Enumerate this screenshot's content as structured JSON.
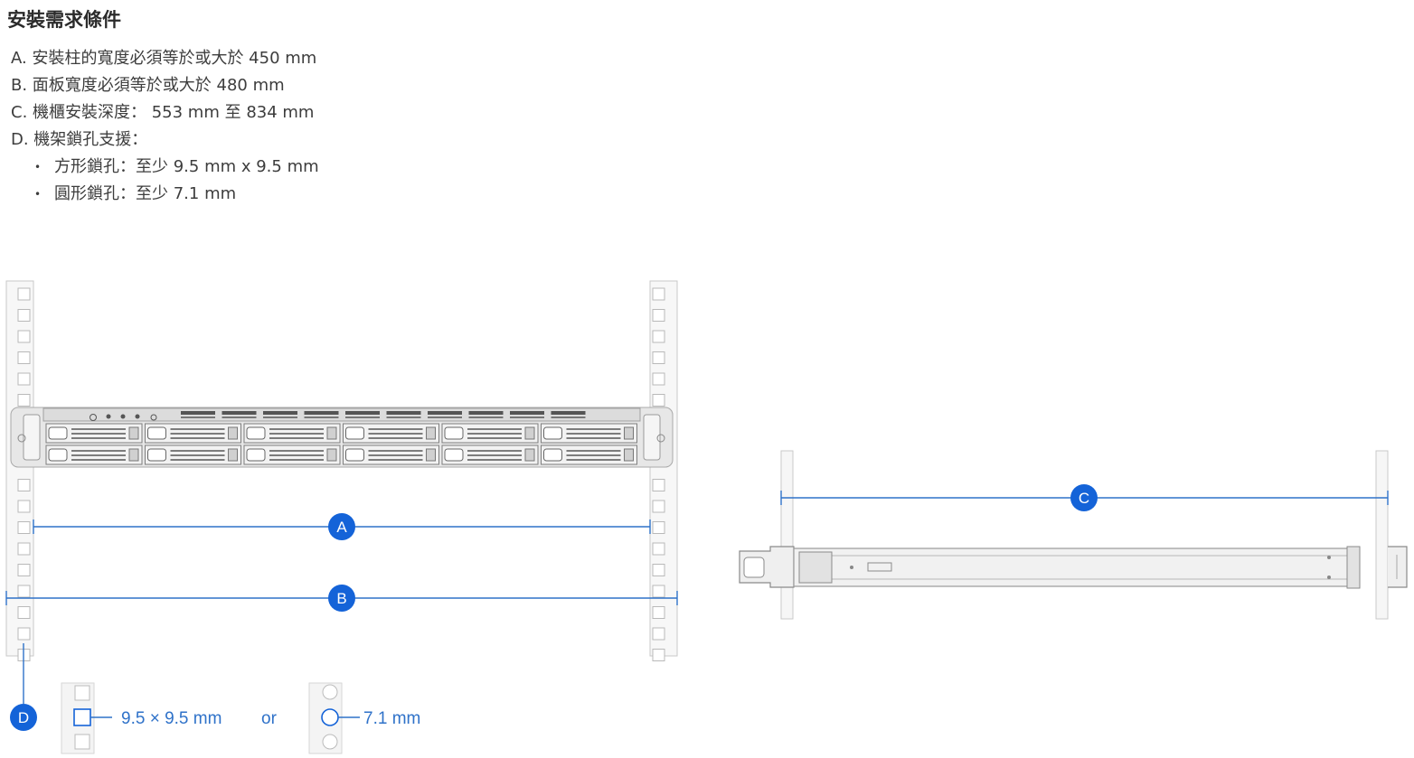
{
  "title": "安裝需求條件",
  "requirements": [
    "A. 安裝柱的寬度必須等於或大於 450 mm",
    "B. 面板寬度必須等於或大於 480 mm",
    "C. 機櫃安裝深度： 553 mm 至 834 mm",
    "D. 機架鎖孔支援："
  ],
  "hole_support": [
    "方形鎖孔：至少 9.5 mm x 9.5 mm",
    "圓形鎖孔：至少 7.1 mm"
  ],
  "diagram": {
    "marker_a": "A",
    "marker_b": "B",
    "marker_c": "C",
    "marker_d": "D",
    "square_hole_label": "9.5 × 9.5 mm",
    "or_label": "or",
    "round_hole_label": "7.1 mm",
    "accent_color": "#1463d8",
    "line_color": "#2f72c9"
  }
}
